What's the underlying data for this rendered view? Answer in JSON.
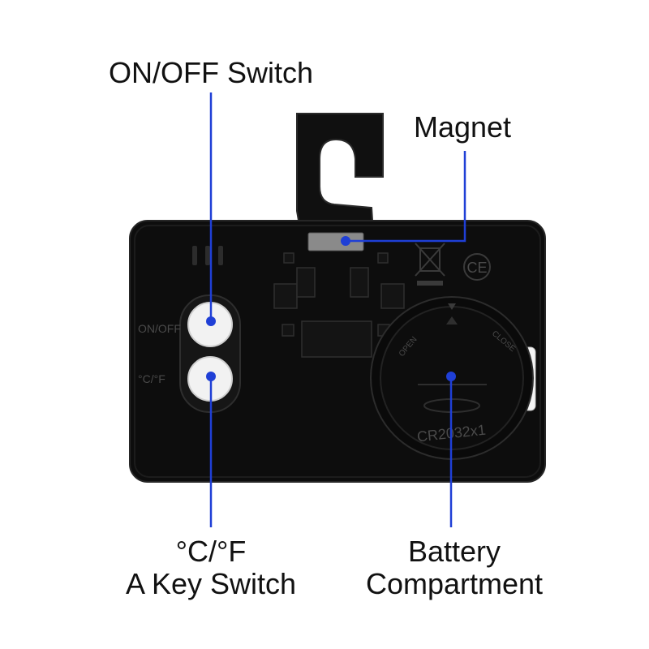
{
  "labels": {
    "onoff": "ON/OFF Switch",
    "magnet": "Magnet",
    "cf_line1": "°C/°F",
    "cf_line2": "A Key Switch",
    "battery_line1": "Battery",
    "battery_line2": "Compartment"
  },
  "device_text": {
    "onoff_marking": "ON/OFF",
    "cf_marking": "°C/°F",
    "battery_marking": "CR2032x1",
    "open_marking": "OPEN",
    "close_marking": "CLOSE",
    "ce_marking": "CE"
  },
  "colors": {
    "pointer": "#1f3fd6",
    "device_body": "#0d0d0d",
    "button": "#f2f2f2",
    "magnet": "#8a8a8a"
  }
}
